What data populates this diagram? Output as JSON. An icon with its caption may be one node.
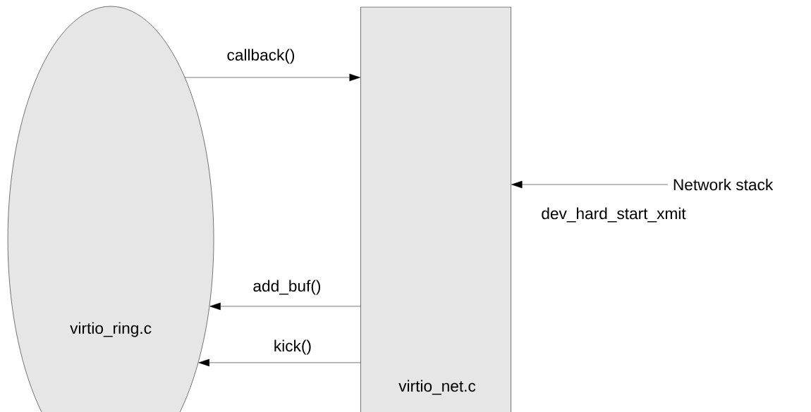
{
  "diagram": {
    "nodes": [
      {
        "text": [
          "virtio_ring.c"
        ]
      },
      {
        "text": [
          "virtio_net.c"
        ]
      },
      {
        "text": [
          "Network stack"
        ]
      }
    ],
    "edges": [
      {
        "from": 0,
        "to": 1,
        "arrow": "to",
        "label": "callback()"
      },
      {
        "from": 2,
        "to": 1,
        "arrow": "to",
        "label": "dev_hard_start_xmit"
      },
      {
        "from": 1,
        "to": 0,
        "arrow": "to",
        "label": "add_buf()"
      },
      {
        "from": 1,
        "to": 0,
        "arrow": "to",
        "label": "kick()"
      }
    ]
  }
}
